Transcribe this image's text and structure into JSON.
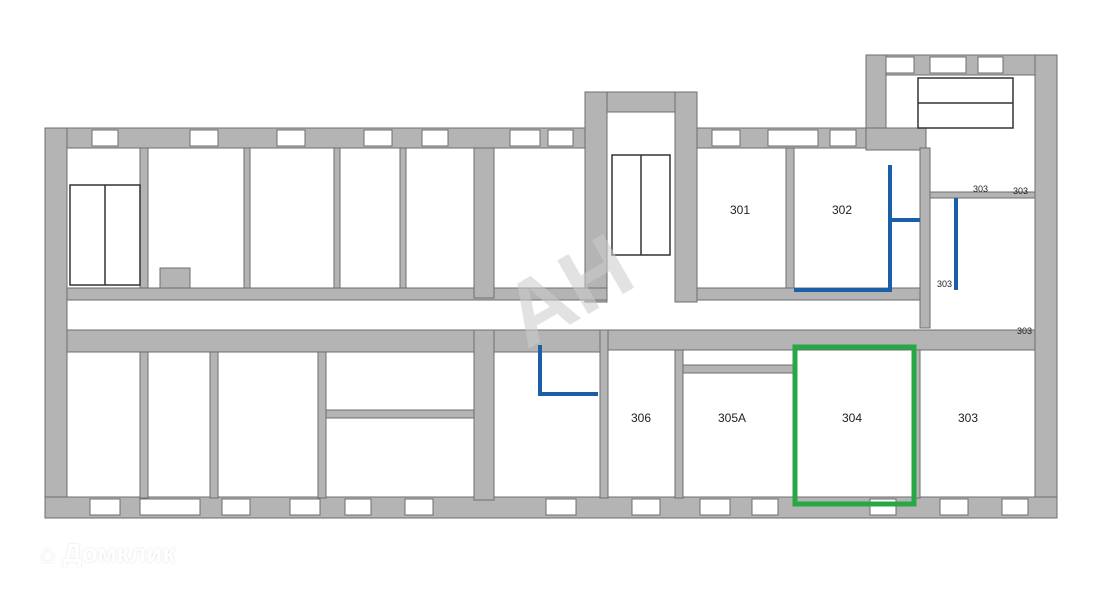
{
  "plan": {
    "rooms": [
      {
        "id": "r301",
        "label": "301"
      },
      {
        "id": "r302",
        "label": "302"
      },
      {
        "id": "r303a",
        "label": "303"
      },
      {
        "id": "r303b",
        "label": "303"
      },
      {
        "id": "r303c",
        "label": "303"
      },
      {
        "id": "r303d",
        "label": "303"
      },
      {
        "id": "r303",
        "label": "303"
      },
      {
        "id": "r304",
        "label": "304"
      },
      {
        "id": "r305a",
        "label": "305А"
      },
      {
        "id": "r306",
        "label": "306"
      }
    ],
    "highlighted_room": "304",
    "highlight_color": "#27a844",
    "partition_color": "#1b5fa8"
  },
  "watermarks": {
    "brand": "Домклик",
    "center_logo": "АН"
  }
}
